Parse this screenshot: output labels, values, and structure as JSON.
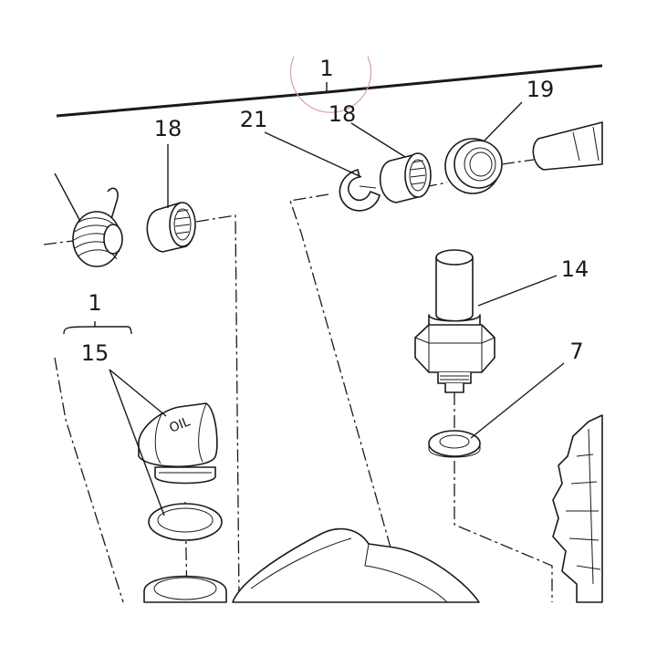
{
  "callouts": {
    "top": "1",
    "oil_group": "1",
    "spring_bearing": "18",
    "clip": "21",
    "bearing": "18",
    "seal": "19",
    "sender": "14",
    "washer": "7",
    "oil_cap": "15"
  },
  "cap_text": "OIL",
  "colors": {
    "line": "#1a1a1a",
    "highlight_circle": "#d9a0a6",
    "background": "#ffffff"
  }
}
